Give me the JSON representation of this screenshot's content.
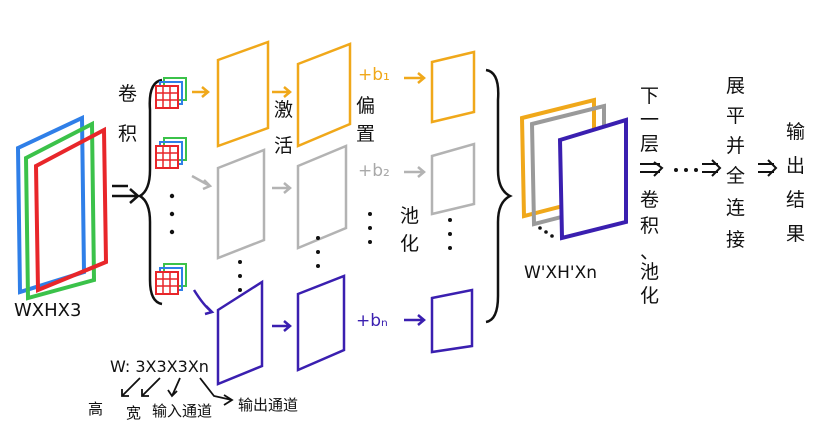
{
  "input": {
    "size_label": "WXHX3",
    "channel_colors": [
      "#2f7fe8",
      "#3bc24a",
      "#e8262a"
    ]
  },
  "conv_label": "卷积",
  "activation_label": "激活",
  "bias_label": "偏置",
  "pool_label": "池化",
  "bias_terms": {
    "first": "+b₁",
    "second": "+b₂",
    "last": "+bₙ"
  },
  "output": {
    "size_label": "W'XH'Xn"
  },
  "next_layer_label": "下一层",
  "conv_pool_label": "卷积、池化",
  "flatten_label": "展平并全连接",
  "result_label": "输出结果",
  "weight": {
    "formula": "W: 3X3X3Xn",
    "dims": [
      "高",
      "宽",
      "输入通道",
      "输出通道"
    ]
  },
  "colors": {
    "orange": "#f0a81a",
    "gray": "#b3b3b3",
    "purple": "#3a1fb0",
    "ink": "#111111"
  }
}
